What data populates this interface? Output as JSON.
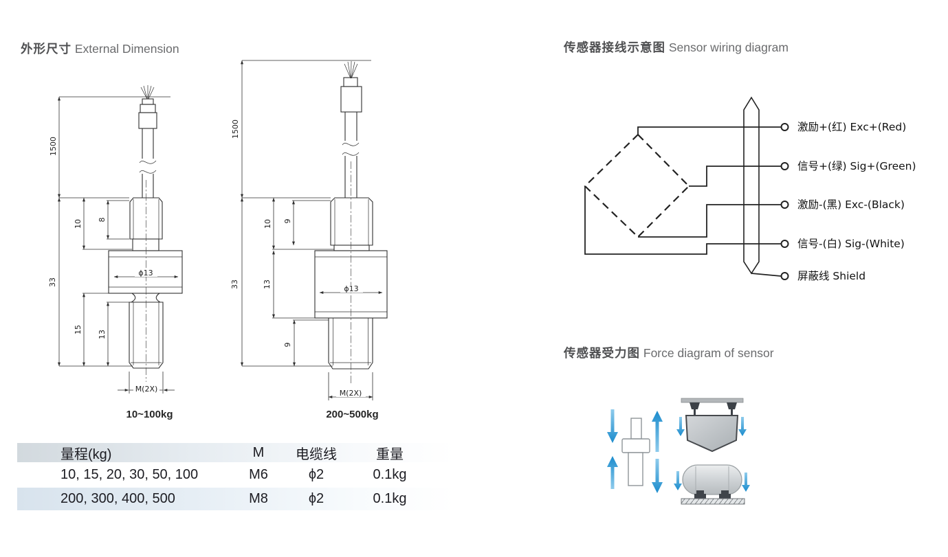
{
  "external": {
    "title_zh": "外形尺寸",
    "title_en": "External Dimension",
    "drawing1": {
      "range_label": "10~100kg",
      "dim_cable": "1500",
      "dim_top_stud": "10",
      "dim_thread_top": "8",
      "dim_total": "33",
      "dim_lower": "15",
      "dim_thread_bottom": "13",
      "dim_diameter": "ϕ13",
      "dim_thread": "M(2X)"
    },
    "drawing2": {
      "range_label": "200~500kg",
      "dim_cable": "1500",
      "dim_top_stud": "10",
      "dim_thread_top": "9",
      "dim_total": "33",
      "dim_flange": "13",
      "dim_thread_bottom": "9",
      "dim_diameter": "ϕ13",
      "dim_thread": "M(2X)"
    }
  },
  "wiring": {
    "title_zh": "传感器接线示意图",
    "title_en": "Sensor wiring diagram",
    "terminals": [
      {
        "label": "激励+(红) Exc+(Red)"
      },
      {
        "label": "信号+(绿) Sig+(Green)"
      },
      {
        "label": "激励-(黑) Exc-(Black)"
      },
      {
        "label": "信号-(白) Sig-(White)"
      },
      {
        "label": "屏蔽线 Shield"
      }
    ]
  },
  "force": {
    "title_zh": "传感器受力图",
    "title_en": "Force diagram of sensor"
  },
  "spec_table": {
    "col_range": "量程(kg)",
    "col_m": "M",
    "col_cable": "电缆线",
    "col_weight": "重量",
    "rows": [
      {
        "range": "10, 15, 20, 30, 50, 100",
        "m": "M6",
        "cable": "ϕ2",
        "weight": "0.1kg"
      },
      {
        "range": "200, 300, 400, 500",
        "m": "M8",
        "cable": "ϕ2",
        "weight": "0.1kg"
      }
    ]
  },
  "colors": {
    "accent_blue": "#2296d6",
    "line": "#2f2f2f",
    "title_gray": "#595959",
    "table_band_blue": "#d8e3ed",
    "table_band_gray": "#d2d9de"
  }
}
